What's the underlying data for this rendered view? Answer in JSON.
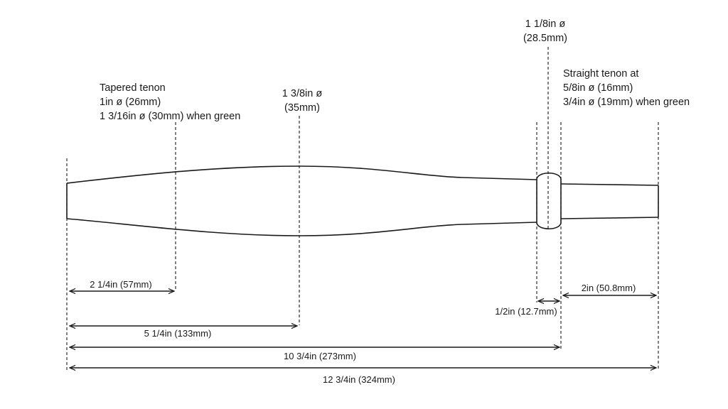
{
  "annotations": {
    "tapered_tenon": {
      "line1": "Tapered tenon",
      "line2": "1in ø (26mm)",
      "line3": "1 3/16in ø (30mm) when green"
    },
    "max_diameter": {
      "line1": "1 3/8in ø",
      "line2": "(35mm)"
    },
    "collar_diameter": {
      "line1": "1 1/8in ø",
      "line2": "(28.5mm)"
    },
    "straight_tenon": {
      "line1": "Straight tenon at",
      "line2": "5/8in ø (16mm)",
      "line3": "3/4in ø (19mm) when green"
    }
  },
  "dimensions": {
    "d1": "2 1/4in (57mm)",
    "d2": "5 1/4in (133mm)",
    "d3": "10 3/4in (273mm)",
    "d4": "12 3/4in (324mm)",
    "collar_width": "1/2in (12.7mm)",
    "tenon_length": "2in (50.8mm)"
  }
}
